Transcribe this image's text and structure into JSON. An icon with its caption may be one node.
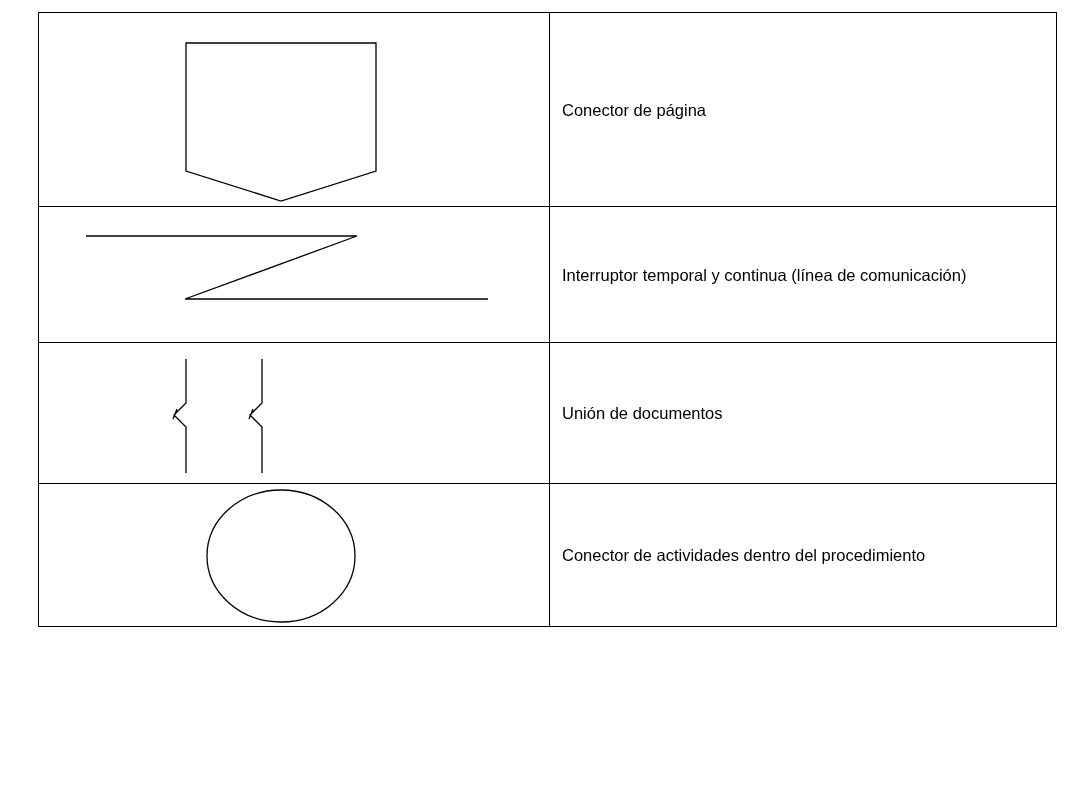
{
  "diagram": {
    "labels": [
      "Conector de página",
      "Interruptor temporal y continua (línea de comunicación)",
      "Unión de documentos",
      "Conector de actividades dentro del procedimiento"
    ]
  }
}
